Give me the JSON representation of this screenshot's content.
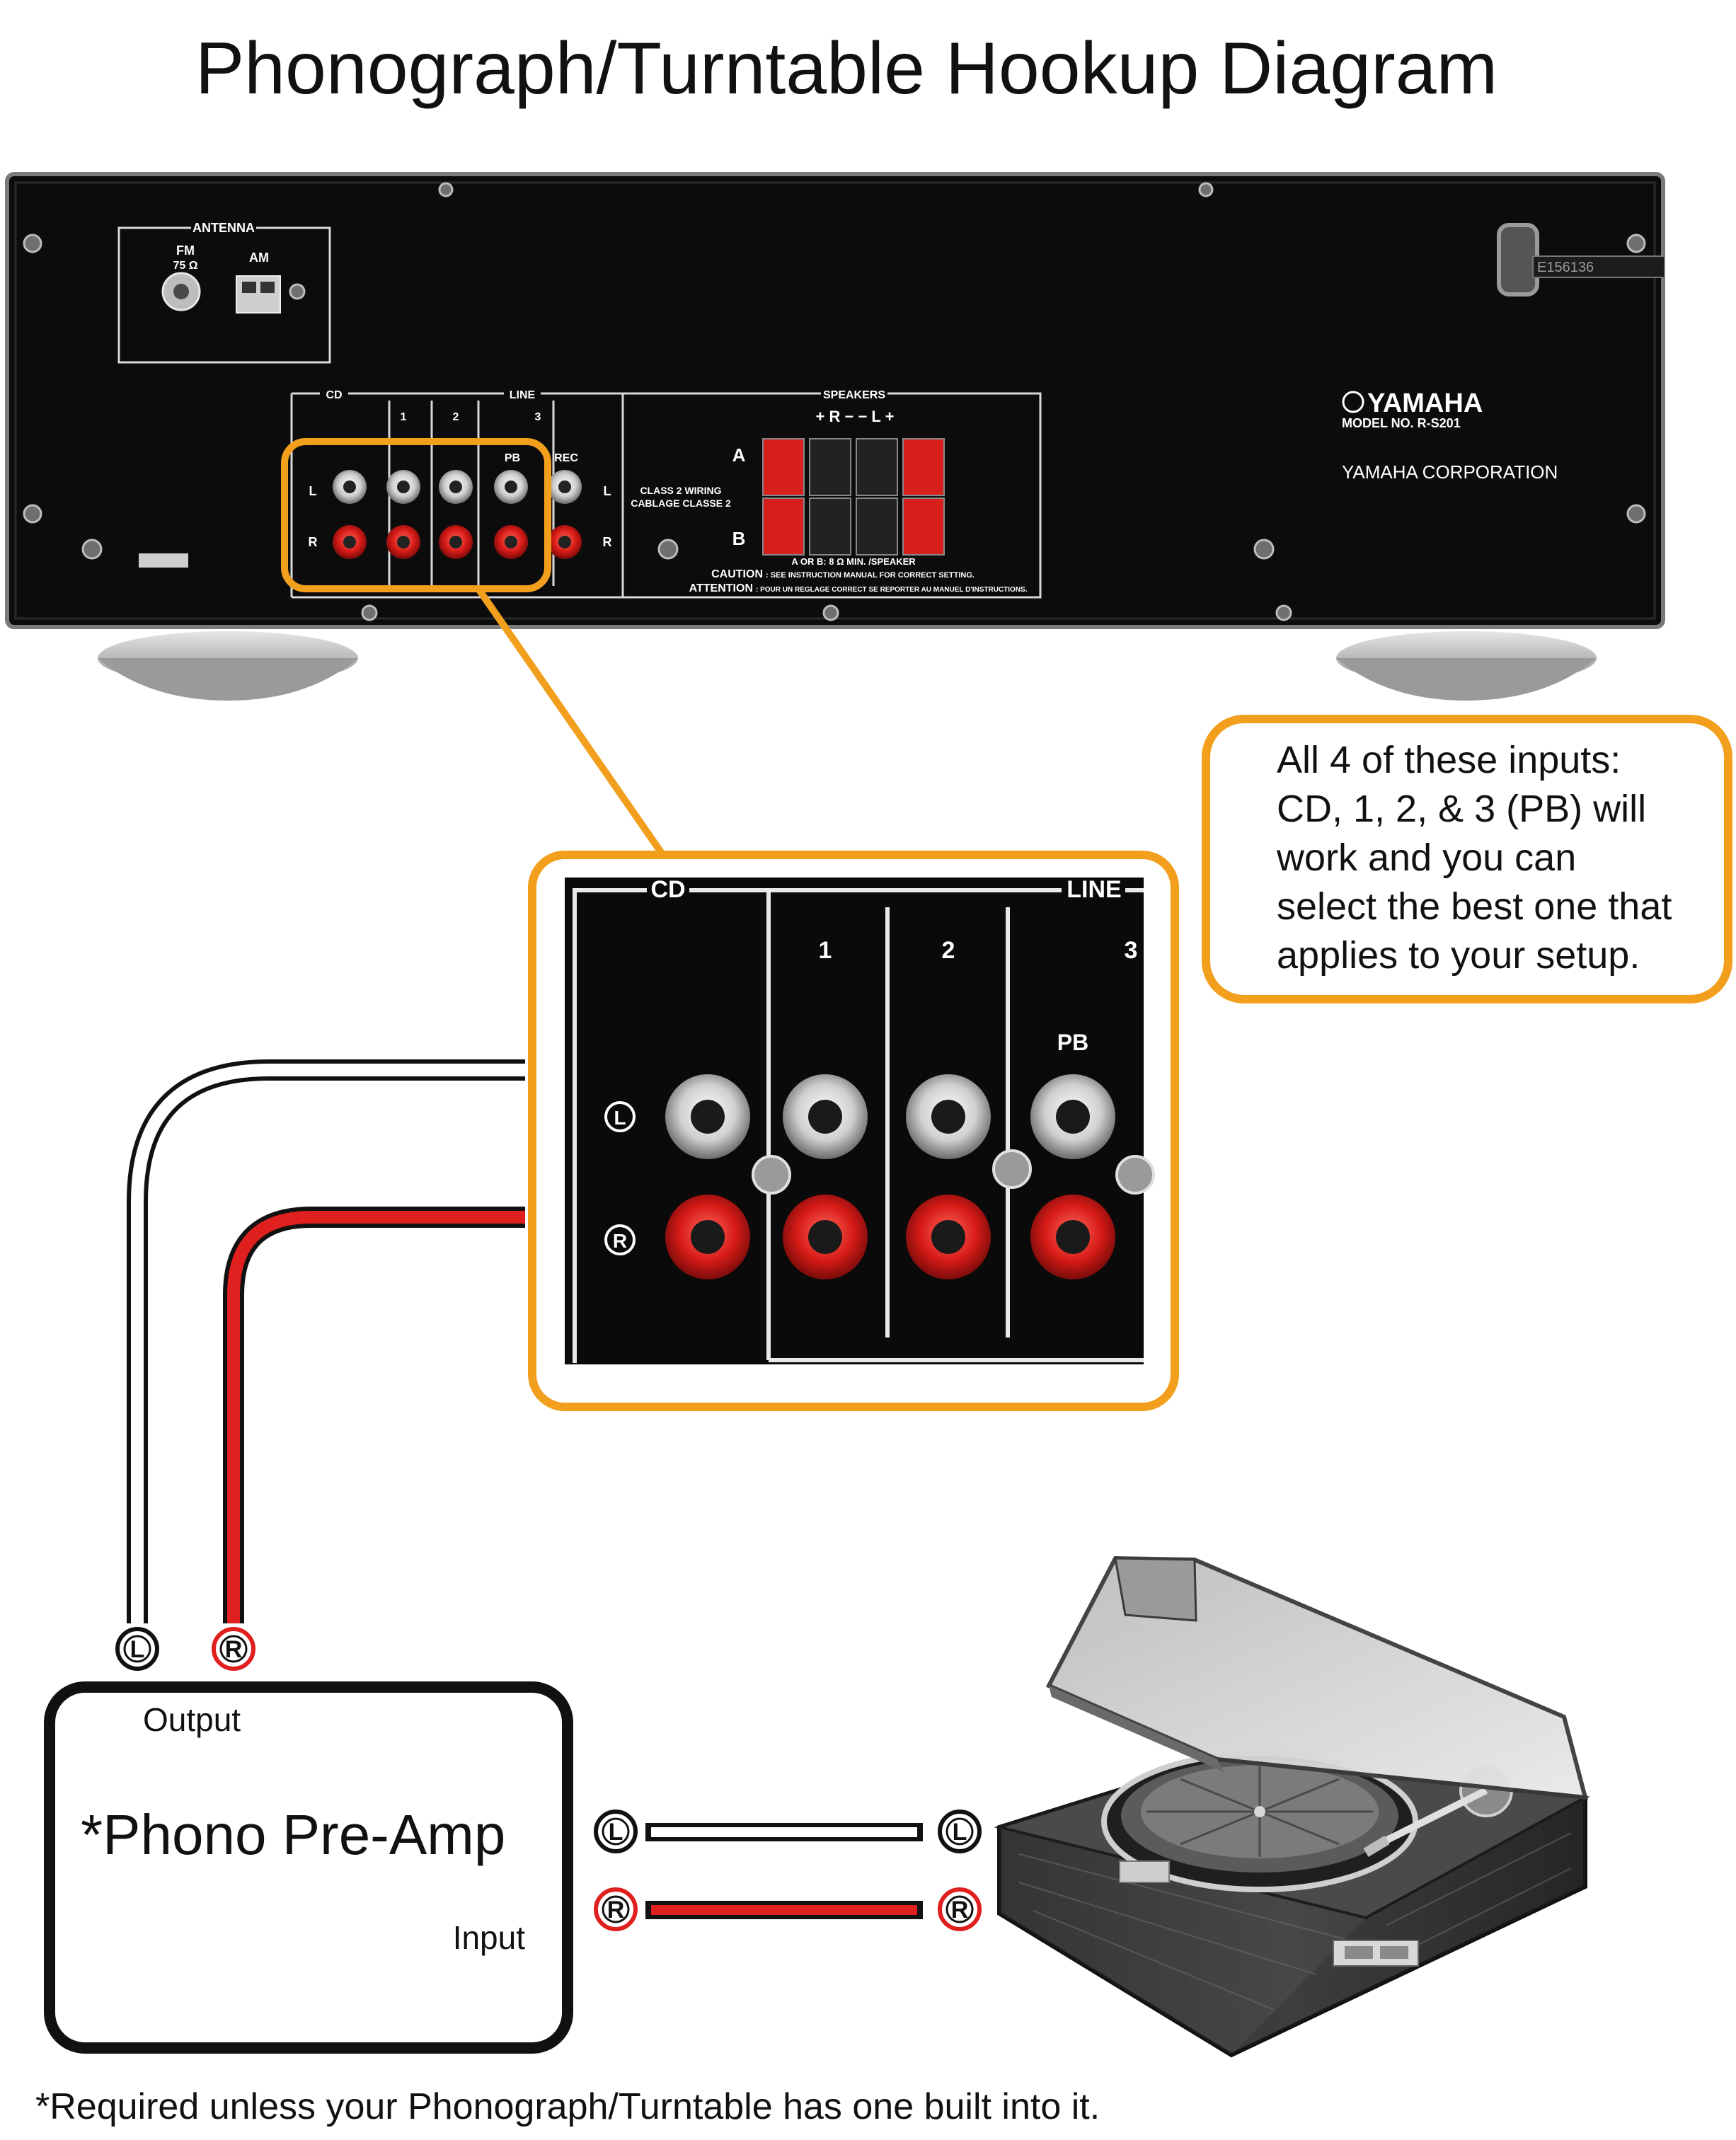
{
  "title": "Phonograph/Turntable Hookup Diagram",
  "receiver": {
    "brand": "YAMAHA",
    "model": "MODEL NO. R-S201",
    "corporation": "YAMAHA CORPORATION",
    "serial": "E156136",
    "antenna": {
      "group": "ANTENNA",
      "fm": "FM",
      "fm_ohm": "75 Ω",
      "am": "AM"
    },
    "inputs": {
      "cd": "CD",
      "line": "LINE",
      "n1": "1",
      "n2": "2",
      "n3": "3",
      "pb": "PB",
      "rec": "REC",
      "left": "L",
      "right": "R"
    },
    "speakers": {
      "group": "SPEAKERS",
      "polarity": "+ R −   − L +",
      "a": "A",
      "b": "B",
      "class2_1": "CLASS 2 WIRING",
      "class2_2": "CABLAGE CLASSE 2",
      "impedance": "A OR B: 8 Ω MIN. /SPEAKER",
      "caution_label": "CAUTION",
      "caution_text": ": SEE INSTRUCTION MANUAL FOR CORRECT SETTING.",
      "attention_label": "ATTENTION",
      "attention_text": ": POUR UN REGLAGE CORRECT SE REPORTER AU MANUEL D'INSTRUCTIONS."
    }
  },
  "zoom": {
    "cd": "CD",
    "line": "LINE",
    "n1": "1",
    "n2": "2",
    "n3": "3",
    "pb": "PB",
    "left": "L",
    "right": "R"
  },
  "note_lines": [
    "All 4 of these inputs:",
    "CD, 1, 2, & 3 (PB) will",
    "work and you can",
    "select the best one that",
    "applies to your setup."
  ],
  "preamp": {
    "output": "Output",
    "name": "*Phono Pre-Amp",
    "input": "Input"
  },
  "connector_labels": {
    "left": "L",
    "right": "R"
  },
  "footnote": "*Required unless your Phonograph/Turntable has one built into it.",
  "colors": {
    "accent": "#f29f1e",
    "red": "#e0201e",
    "chassis": "#0c0c0c"
  }
}
